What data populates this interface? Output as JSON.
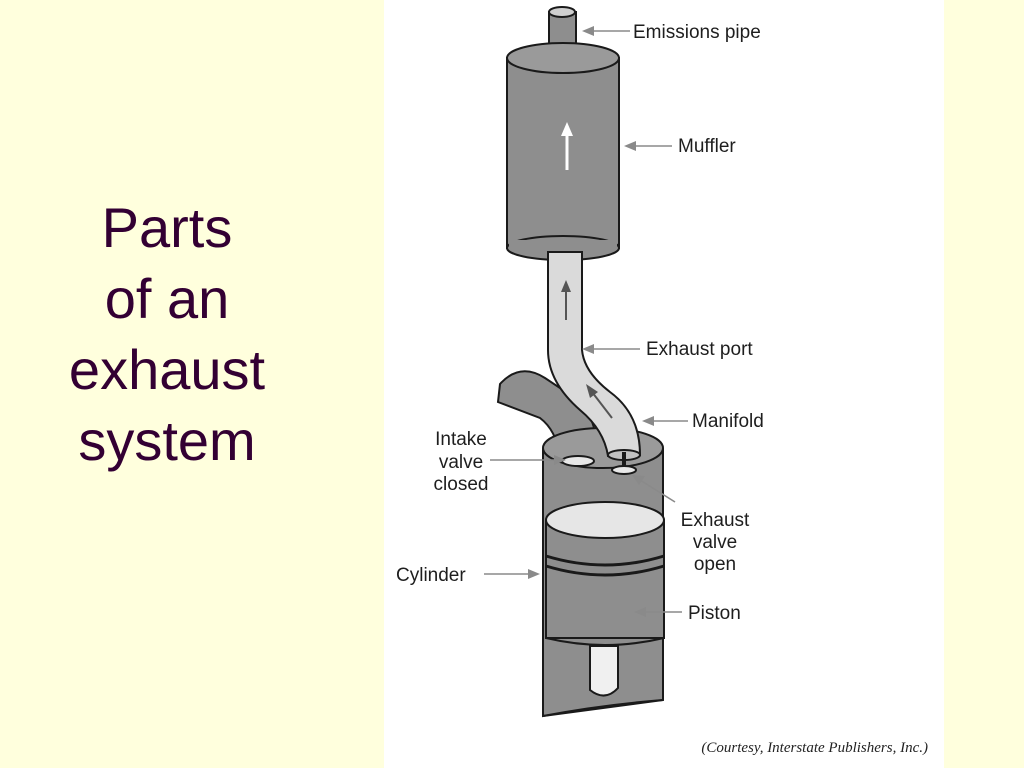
{
  "title_lines": [
    "Parts",
    "of an",
    "exhaust",
    "system"
  ],
  "labels": {
    "emissions_pipe": "Emissions pipe",
    "muffler": "Muffler",
    "exhaust_port": "Exhaust port",
    "manifold": "Manifold",
    "intake_valve": [
      "Intake",
      "valve",
      "closed"
    ],
    "exhaust_valve": [
      "Exhaust",
      "valve",
      "open"
    ],
    "cylinder": "Cylinder",
    "piston": "Piston"
  },
  "credit": "(Courtesy, Interstate Publishers, Inc.)",
  "colors": {
    "background": "#ffffdd",
    "title": "#330033",
    "panel": "#ffffff",
    "metal_gray": "#8e8e8e",
    "pipe_light": "#dadada"
  }
}
